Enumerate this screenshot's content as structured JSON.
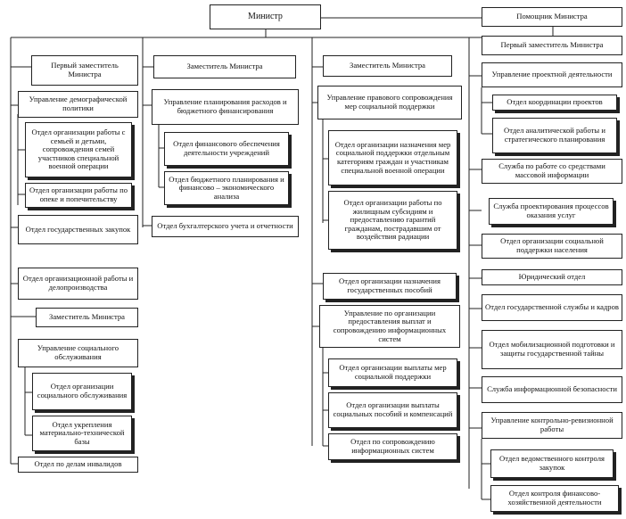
{
  "top": {
    "minister": "Министр",
    "assistant": "Помощник Министра",
    "first_deputy_right": "Первый заместитель Министра"
  },
  "col1": {
    "head": "Первый заместитель Министра",
    "demog": "Управление демографической политики",
    "family": "Отдел организации работы с семьей и детьми, сопровождения семей участников специальной военной операции",
    "guardian": "Отдел организации работы по опеке и попечительству",
    "procure": "Отдел государственных закупок",
    "docs": "Отдел организационной работы и делопроизводства"
  },
  "col1b": {
    "head": "Заместитель Министра",
    "social": "Управление социального обслуживания",
    "soc_org": "Отдел организации социального обслуживания",
    "mat_base": "Отдел укрепления материально-технической базы",
    "disabled": "Отдел по делам инвалидов"
  },
  "col2": {
    "head": "Заместитель Министра",
    "planning": "Управление планирования расходов и бюджетного финансирования",
    "fin_support": "Отдел финансового обеспечения деятельности учреждений",
    "budget": "Отдел бюджетного планирования и финансово – экономического анализа",
    "accounting": "Отдел бухгалтерского учета и отчетности"
  },
  "col3": {
    "head": "Заместитель Министра",
    "legal_support": "Управление правового сопровождения мер социальной поддержки",
    "assign_support": "Отдел организации назначения мер социальной поддержки отдельным категориям граждан и участникам специальной военной операции",
    "housing": "Отдел организации работы по жилищным субсидиям и предоставлению гарантий гражданам, пострадавшим от воздействия радиации",
    "state_benefits": "Отдел организации назначения государственных пособий",
    "payments_mgmt": "Управление по организации предоставления выплат и сопровождению информационных систем",
    "pay_support": "Отдел организации выплаты мер социальной поддержки",
    "pay_benefits": "Отдел организации выплаты социальных пособий и компенсаций",
    "info_systems": "Отдел по сопровождению информационных систем"
  },
  "col4": {
    "project_mgmt": "Управление проектной деятельности",
    "proj_coord": "Отдел координации проектов",
    "analytics": "Отдел аналитической работы и стратегического планирования",
    "media": "Служба по работе со средствами массовой информации",
    "design_proc": "Служба проектирования процессов оказания услуг",
    "social_support": "Отдел организации социальной поддержки населения",
    "legal": "Юридический отдел",
    "civil_service": "Отдел государственной службы и кадров",
    "mobilization": "Отдел мобилизационной подготовки и защиты государственной тайны",
    "info_security": "Служба информационной безопасности",
    "control_audit": "Управление контрольно-ревизионной работы",
    "dept_control": "Отдел ведомственного контроля закупок",
    "fin_control": "Отдел контроля финансово-хозяйственной деятельности"
  }
}
